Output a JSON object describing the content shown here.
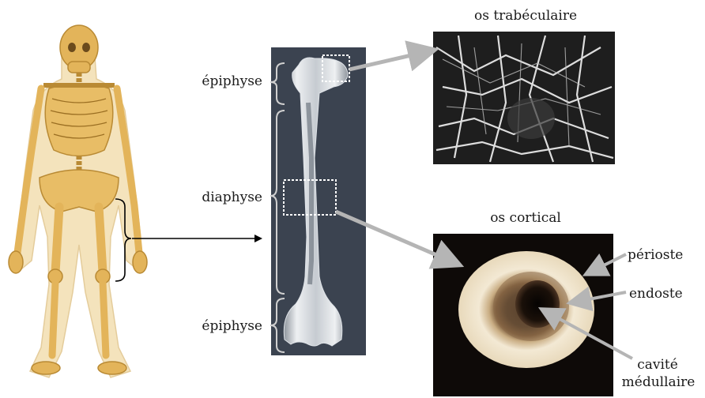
{
  "labels": {
    "epiphyse_top": "épiphyse",
    "diaphyse": "diaphyse",
    "epiphyse_bottom": "épiphyse",
    "os_trabeculaire": "os trabéculaire",
    "os_cortical": "os cortical",
    "perioste": "périoste",
    "endoste": "endoste",
    "cavite_line1": "cavité",
    "cavite_line2": "médullaire"
  },
  "colors": {
    "bone_skeleton": "#e3b45a",
    "bone_shadow": "#b98a34",
    "xray_background": "#3b4350",
    "arrow_gray": "#b5b5b5",
    "cortical_bone": "#f1e6cf",
    "photo_background": "#0e0a08"
  }
}
